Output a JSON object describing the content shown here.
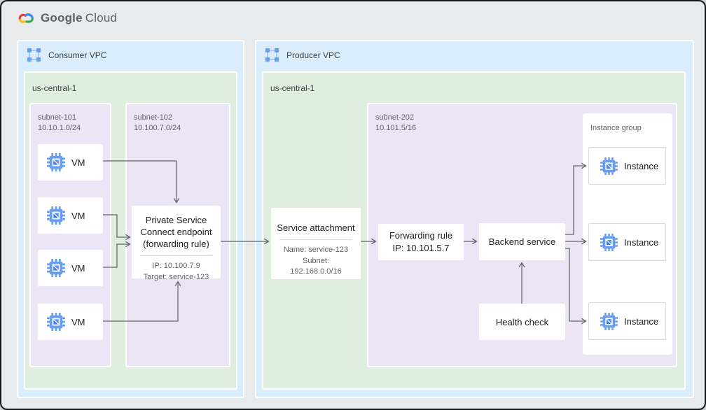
{
  "header": {
    "logo_google": "Google",
    "logo_cloud": "Cloud"
  },
  "consumer_vpc": {
    "label": "Consumer VPC",
    "region": {
      "label": "us-central-1"
    },
    "subnet_101": {
      "name": "subnet-101",
      "cidr": "10.10.1.0/24",
      "vms": [
        "VM",
        "VM",
        "VM",
        "VM"
      ]
    },
    "subnet_102": {
      "name": "subnet-102",
      "cidr": "10.100.7.0/24",
      "psc_endpoint": {
        "title": "Private Service Connect endpoint (forwarding rule)",
        "ip": "IP: 10.100.7.9",
        "target": "Target: service-123"
      }
    }
  },
  "producer_vpc": {
    "label": "Producer VPC",
    "region": {
      "label": "us-central-1"
    },
    "service_attachment": {
      "title": "Service attachment",
      "name": "Name: service-123",
      "subnet_label": "Subnet:",
      "subnet_cidr": "192.168.0.0/16"
    },
    "subnet_202": {
      "name": "subnet-202",
      "cidr": "10.101.5/16",
      "forwarding_rule": {
        "line1": "Forwarding rule",
        "line2": "IP: 10.101.5.7"
      },
      "backend_service": {
        "label": "Backend service"
      },
      "health_check": {
        "label": "Health check"
      },
      "instance_group": {
        "label": "Instance group",
        "instances": [
          "Instance",
          "Instance",
          "Instance"
        ]
      }
    }
  },
  "colors": {
    "background": "#e9eaec",
    "vpc_fill": "#d9edfc",
    "region_fill": "#dfeedf",
    "subnet_fill": "#ece5f6",
    "node_fill": "#ffffff",
    "border_gray": "#dadce0",
    "arrow": "#5f6368",
    "icon_blue": "#669df6",
    "icon_blue_dark": "#4285f4",
    "logo_red": "#ea4335",
    "logo_blue": "#4285f4",
    "logo_green": "#34a853",
    "logo_yellow": "#fbbc04",
    "text_primary": "#202124",
    "text_secondary": "#5f6368"
  }
}
